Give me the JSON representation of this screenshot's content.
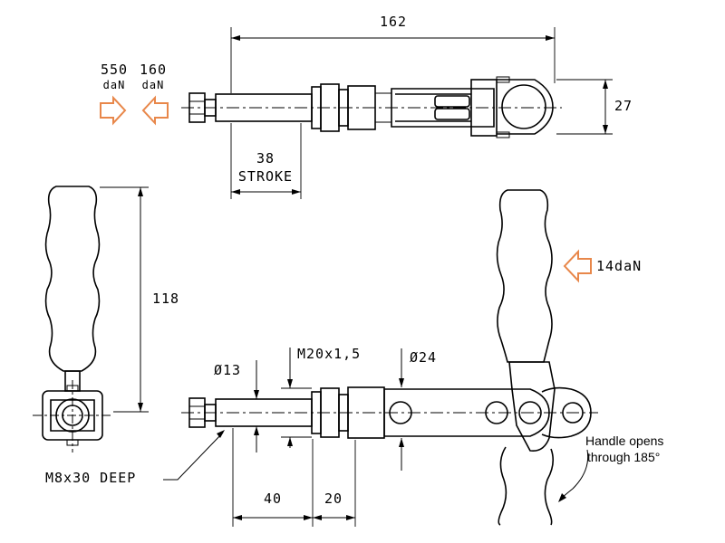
{
  "labels": {
    "dim_overall_length": "162",
    "dim_height": "27",
    "dim_stroke_value": "38",
    "dim_stroke_word": "STROKE",
    "force_push_value": "550",
    "force_push_unit": "daN",
    "force_pull_value": "160",
    "force_pull_unit": "daN",
    "dim_handle_height": "118",
    "handle_force": "14daN",
    "dia_13": "Ø13",
    "thread": "M20x1,5",
    "dia_24": "Ø24",
    "tapped_hole": "M8x30 DEEP",
    "dim_40": "40",
    "dim_20": "20",
    "handle_note_line1": "Handle opens",
    "handle_note_line2": "through 185°"
  },
  "colors": {
    "arrow_outline": "#e8874a",
    "line": "#000000"
  }
}
